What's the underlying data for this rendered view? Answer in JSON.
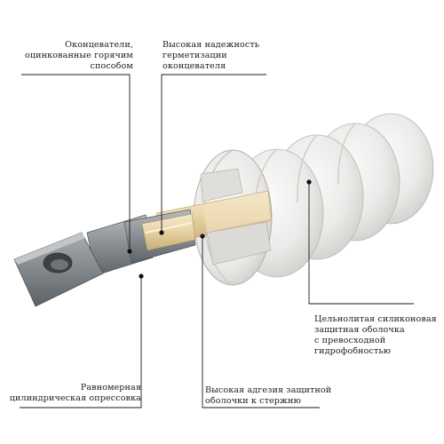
{
  "callouts": {
    "end_fittings": "Оконцеватели,\nоцинкованные горячим\nспособом",
    "sealing": "Высокая надежность\nгерметизации\nоконцевателя",
    "housing": "Цельнолитая силиконовая\nзащитная оболочка\nс превосходной\nгидрофобностью",
    "crimping": "Равномерная\nцилиндрическая опрессовка",
    "adhesion": "Высокая адгезия защитной\nоболочки к стержню"
  },
  "colors": {
    "leader_line": "#1a1a1a",
    "silicone_shed": "#ecebe9",
    "metal_fitting": "#8d9296",
    "fiberglass_rod": "#e8d4a6"
  }
}
